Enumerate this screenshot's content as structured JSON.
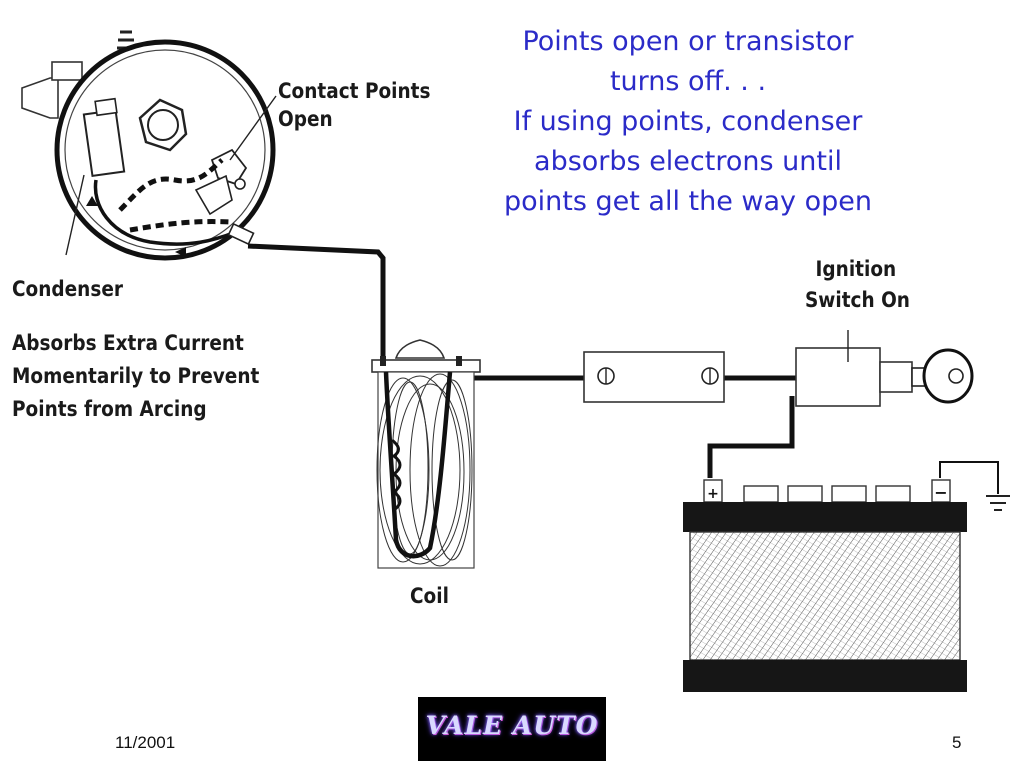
{
  "headline": {
    "lines": [
      "Points open or transistor",
      "turns off. . .",
      "If using points, condenser",
      "absorbs electrons until",
      "points get all the way open"
    ],
    "color": "#2b2bc8"
  },
  "labels": {
    "contact_points": [
      "Contact Points",
      "Open"
    ],
    "condenser": "Condenser",
    "condenser_note": [
      "Absorbs Extra Current",
      "Momentarily to Prevent",
      "Points from Arcing"
    ],
    "ignition_switch": [
      "Ignition",
      "Switch On"
    ],
    "coil": "Coil"
  },
  "battery": {
    "positive_symbol": "+",
    "negative_symbol": "−"
  },
  "footer": {
    "date": "11/2001",
    "page": "5",
    "logo_text": "VALE AUTO"
  },
  "icons": [
    "distributor-icon",
    "condenser-icon",
    "ignition-coil-icon",
    "ballast-resistor-icon",
    "ignition-switch-icon",
    "key-icon",
    "battery-icon",
    "ground-icon"
  ]
}
